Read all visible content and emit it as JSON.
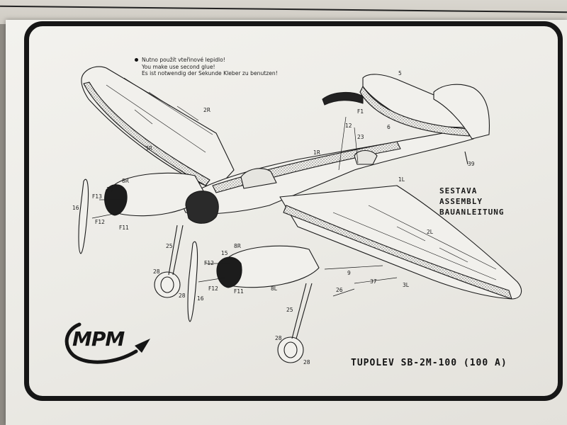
{
  "note": {
    "line1": "Nutno použít vteřinové lepidlo!",
    "line2": "You make use second glue!",
    "line3": "Es ist notwendig der Sekunde Kleber zu benutzen!"
  },
  "assembly": {
    "czech": "SESTAVA",
    "english": "ASSEMBLY",
    "german": "BAUANLEITUNG"
  },
  "model_title": "TUPOLEV SB-2M-100 (100 A)",
  "brand": "MPM",
  "part_labels": [
    "1R",
    "1L",
    "2R",
    "2L",
    "3R",
    "3L",
    "5",
    "6",
    "8R",
    "8L",
    "9",
    "12",
    "15",
    "16",
    "23",
    "25",
    "26",
    "28",
    "37",
    "39",
    "F1",
    "F11",
    "F12",
    "F13"
  ],
  "colors": {
    "ink": "#161616",
    "paper": "#efeee9",
    "background": "#8f8b84"
  }
}
